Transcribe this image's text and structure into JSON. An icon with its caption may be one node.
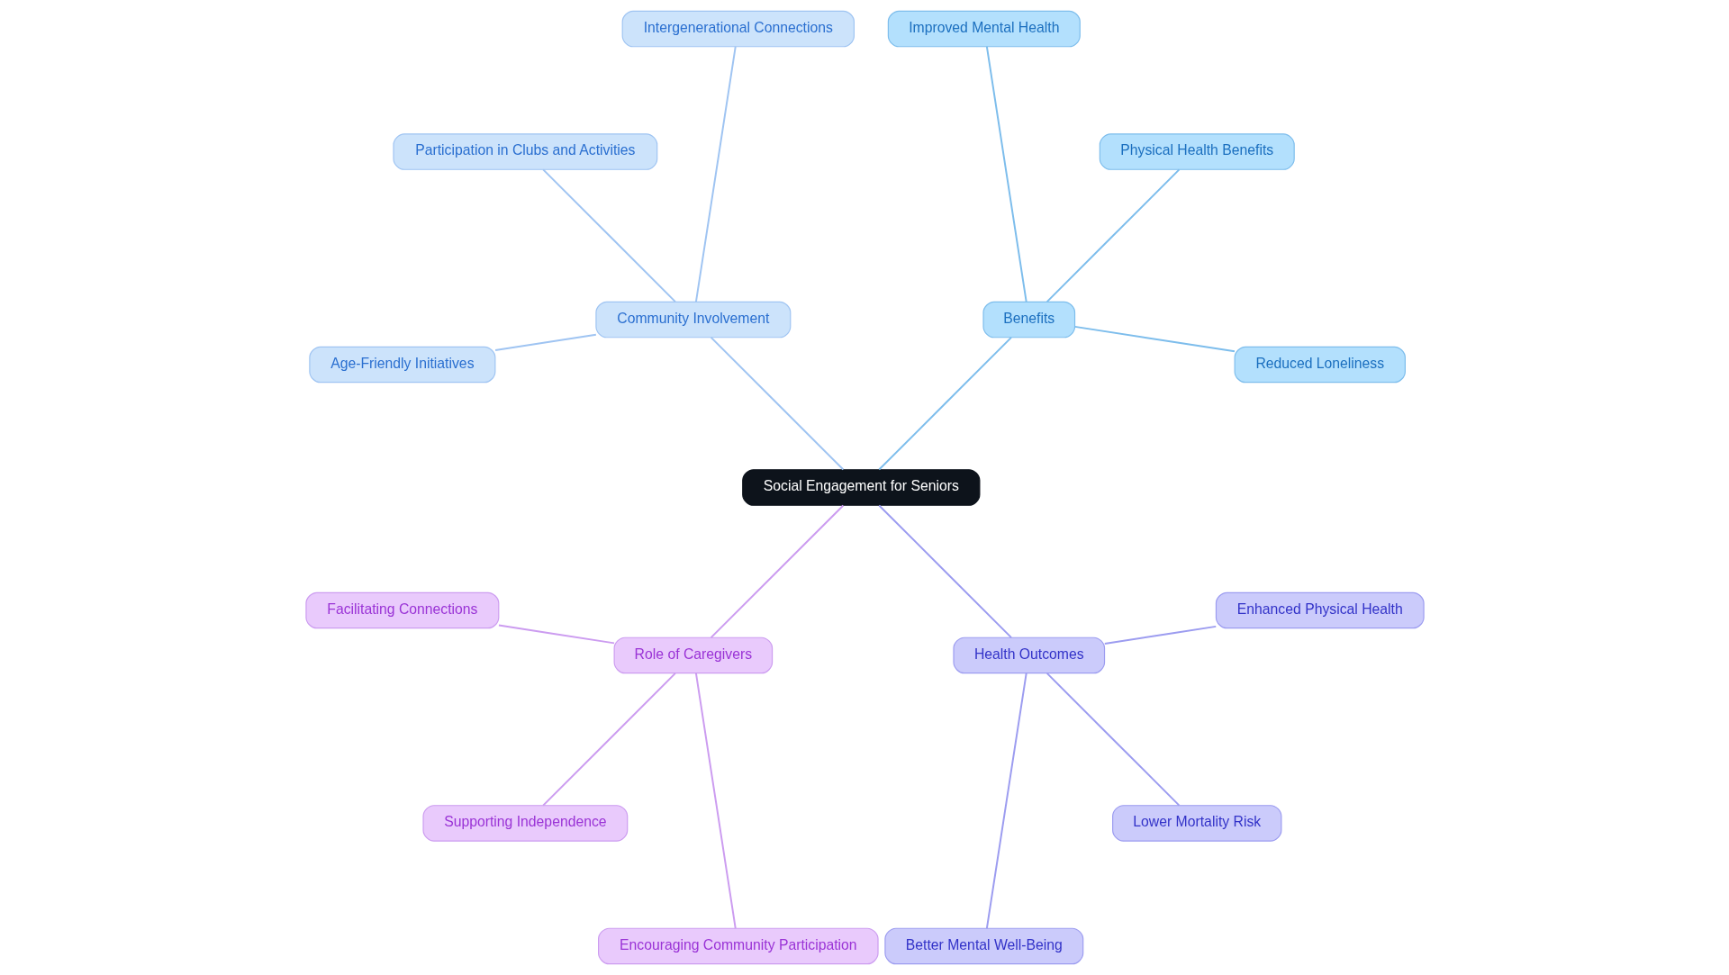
{
  "diagram": {
    "nodes": [
      {
        "text": [
          "Social Engagement for Seniors"
        ]
      },
      {
        "text": [
          "Benefits"
        ]
      },
      {
        "text": [
          "Reduced Loneliness"
        ]
      },
      {
        "text": [
          "Physical Health Benefits"
        ]
      },
      {
        "text": [
          "Improved Mental Health"
        ]
      },
      {
        "text": [
          "Community Involvement"
        ]
      },
      {
        "text": [
          "Intergenerational Connections"
        ]
      },
      {
        "text": [
          "Participation in Clubs and Activities"
        ]
      },
      {
        "text": [
          "Age-Friendly Initiatives"
        ]
      },
      {
        "text": [
          "Role of Caregivers"
        ]
      },
      {
        "text": [
          "Facilitating Connections"
        ]
      },
      {
        "text": [
          "Supporting Independence"
        ]
      },
      {
        "text": [
          "Encouraging Community Participation"
        ]
      },
      {
        "text": [
          "Health Outcomes"
        ]
      },
      {
        "text": [
          "Better Mental Well-Being"
        ]
      },
      {
        "text": [
          "Lower Mortality Risk"
        ]
      },
      {
        "text": [
          "Enhanced Physical Health"
        ]
      }
    ],
    "edges": [
      {
        "from": 0,
        "to": 1,
        "arrow": "none",
        "color": "#7dbdec"
      },
      {
        "from": 1,
        "to": 2,
        "arrow": "none",
        "color": "#7dbdec"
      },
      {
        "from": 1,
        "to": 3,
        "arrow": "none",
        "color": "#7dbdec"
      },
      {
        "from": 1,
        "to": 4,
        "arrow": "none",
        "color": "#7dbdec"
      },
      {
        "from": 0,
        "to": 5,
        "arrow": "none",
        "color": "#9fc4f2"
      },
      {
        "from": 5,
        "to": 6,
        "arrow": "none",
        "color": "#9fc4f2"
      },
      {
        "from": 5,
        "to": 7,
        "arrow": "none",
        "color": "#9fc4f2"
      },
      {
        "from": 5,
        "to": 8,
        "arrow": "none",
        "color": "#9fc4f2"
      },
      {
        "from": 0,
        "to": 9,
        "arrow": "none",
        "color": "#cc9cf0"
      },
      {
        "from": 9,
        "to": 10,
        "arrow": "none",
        "color": "#cc9cf0"
      },
      {
        "from": 9,
        "to": 11,
        "arrow": "none",
        "color": "#cc9cf0"
      },
      {
        "from": 9,
        "to": 12,
        "arrow": "none",
        "color": "#cc9cf0"
      },
      {
        "from": 0,
        "to": 13,
        "arrow": "none",
        "color": "#9c9cf0"
      },
      {
        "from": 13,
        "to": 14,
        "arrow": "none",
        "color": "#9c9cf0"
      },
      {
        "from": 13,
        "to": 15,
        "arrow": "none",
        "color": "#9c9cf0"
      },
      {
        "from": 13,
        "to": 16,
        "arrow": "none",
        "color": "#9c9cf0"
      }
    ]
  }
}
